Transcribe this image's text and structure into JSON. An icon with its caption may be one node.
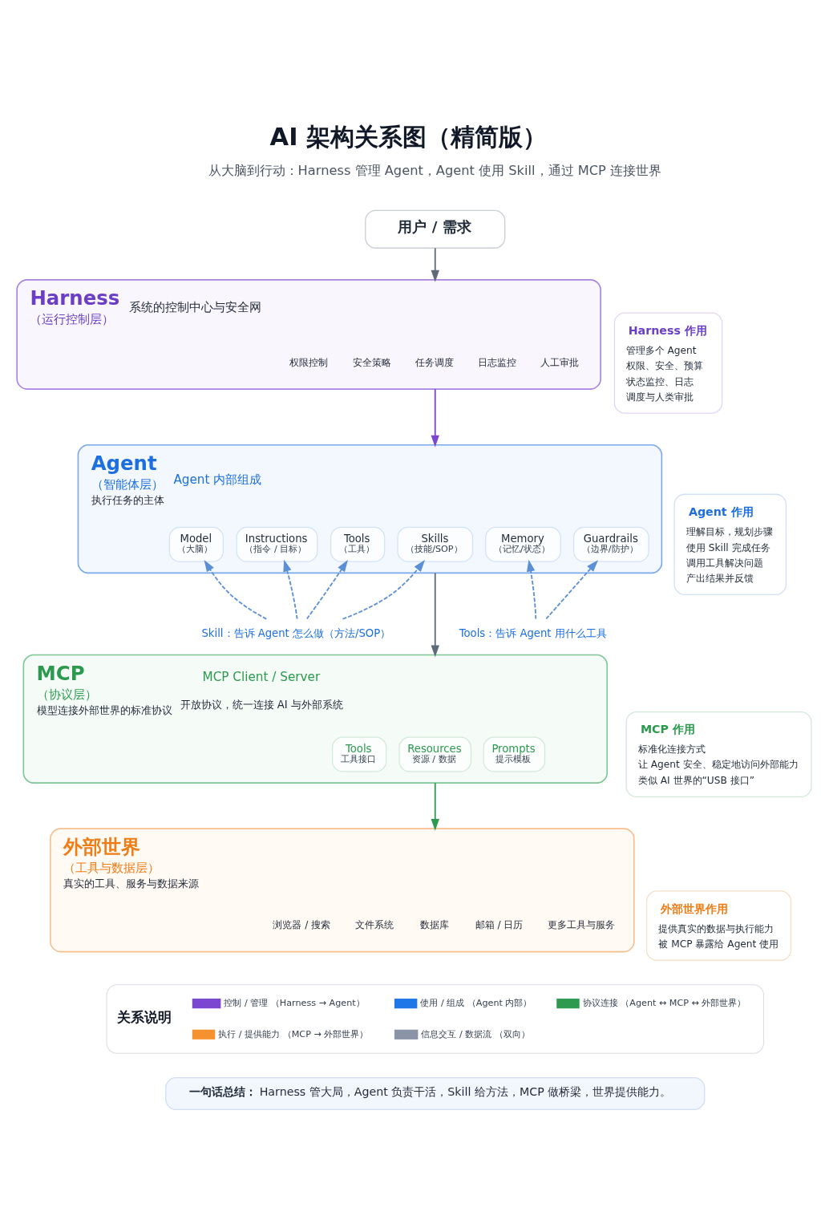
{
  "diagram": {
    "title": "AI 架构关系图（精简版）",
    "nodes": [
      {
        "text": [
          "用户 / 需求"
        ]
      },
      {
        "text": [
          "Harness",
          "（运行控制层）",
          "系统的控制中心与安全网"
        ]
      },
      {
        "text": [
          "权限控制"
        ],
        "in": 1
      },
      {
        "text": [
          "安全策略"
        ],
        "in": 1
      },
      {
        "text": [
          "任务调度"
        ],
        "in": 1
      },
      {
        "text": [
          "日志监控"
        ],
        "in": 1
      },
      {
        "text": [
          "人工审批"
        ],
        "in": 1
      },
      {
        "text": [
          "Harness 作用",
          "管理多个 Agent",
          "权限、安全、预算",
          "状态监控、日志",
          "调度与人类审批"
        ]
      },
      {
        "text": [
          "Agent",
          "（智能体层）",
          "执行任务的主体",
          "Agent 内部组成"
        ]
      },
      {
        "text": [
          "Model",
          "（大脑）"
        ],
        "in": 8
      },
      {
        "text": [
          "Instructions",
          "（指令 / 目标）"
        ],
        "in": 8
      },
      {
        "text": [
          "Tools",
          "（工具）"
        ],
        "in": 8
      },
      {
        "text": [
          "Skills",
          "（技能/SOP）"
        ],
        "in": 8
      },
      {
        "text": [
          "Memory",
          "（记忆/状态）"
        ],
        "in": 8
      },
      {
        "text": [
          "Guardrails",
          "（边界/防护）"
        ],
        "in": 8
      },
      {
        "text": [
          "Agent 作用",
          "理解目标，规划步骤",
          "使用 Skill 完成任务",
          "调用工具解决问题",
          "产出结果并反馈"
        ]
      },
      {
        "text": [
          "Skill：告诉 Agent 怎么做（方法/SOP）"
        ]
      },
      {
        "text": [
          "Tools：告诉 Agent 用什么工具"
        ]
      },
      {
        "text": [
          "MCP",
          "（协议层）",
          "模型连接外部世界的标准协议",
          "MCP Client / Server",
          "开放协议，统一连接 AI 与外部系统"
        ]
      },
      {
        "text": [
          "Tools",
          "工具接口"
        ],
        "in": 18
      },
      {
        "text": [
          "Resources",
          "资源 / 数据"
        ],
        "in": 18
      },
      {
        "text": [
          "Prompts",
          "提示模板"
        ],
        "in": 18
      },
      {
        "text": [
          "MCP 作用",
          "标准化连接方式",
          "让 Agent 安全、稳定地访问外部能力",
          "类似 AI 世界的“USB 接口”"
        ]
      },
      {
        "text": [
          "外部世界",
          "（工具与数据层）",
          "真实的工具、服务与数据来源"
        ]
      },
      {
        "text": [
          "浏览器 / 搜索"
        ],
        "in": 23
      },
      {
        "text": [
          "文件系统"
        ],
        "in": 23
      },
      {
        "text": [
          "数据库"
        ],
        "in": 23
      },
      {
        "text": [
          "邮箱 / 日历"
        ],
        "in": 23
      },
      {
        "text": [
          "更多工具与服务"
        ],
        "in": 23
      },
      {
        "text": [
          "外部世界作用",
          "提供真实的数据与执行能力",
          "被 MCP 暴露给 Agent 使用"
        ]
      },
      {
        "text": [
          "**一句话总结：**Harness 管大局，Agent 负责干活，Skill 给方法，MCP 做桥梁，世界提供能力。"
        ]
      }
    ],
    "edges": [
      {
        "from": 0,
        "to": 1,
        "arrow": "to",
        "color": "#5f6b7a"
      },
      {
        "from": 1,
        "to": 8,
        "arrow": "to",
        "color": "#7b46d0"
      },
      {
        "from": 16,
        "to": 9,
        "arrow": "to",
        "style": "dashed",
        "color": "#5b8fd6"
      },
      {
        "from": 16,
        "to": 10,
        "arrow": "to",
        "style": "dashed",
        "color": "#5b8fd6"
      },
      {
        "from": 16,
        "to": 11,
        "arrow": "to",
        "style": "dashed",
        "color": "#5b8fd6"
      },
      {
        "from": 16,
        "to": 12,
        "arrow": "to",
        "style": "dashed",
        "color": "#5b8fd6"
      },
      {
        "from": 17,
        "to": 13,
        "arrow": "to",
        "style": "dashed",
        "color": "#5b8fd6"
      },
      {
        "from": 17,
        "to": 14,
        "arrow": "to",
        "style": "dashed",
        "color": "#5b8fd6"
      },
      {
        "from": 8,
        "to": 18,
        "arrow": "to",
        "color": "#5f6b7a"
      },
      {
        "from": 18,
        "to": 23,
        "arrow": "to",
        "color": "#2e9a4f"
      }
    ],
    "labels": [
      "从大脑到行动：Harness 管理 Agent，Agent 使用 Skill，通过 MCP 连接世界",
      "关系说明"
    ],
    "legend": [
      {
        "text": "控制 / 管理 （Harness → Agent）",
        "color": "#7b46d0"
      },
      {
        "text": "使用 / 组成 （Agent 内部）",
        "color": "#1f77e8"
      },
      {
        "text": "协议连接 （Agent ↔ MCP ↔ 外部世界）",
        "color": "#2e9a4f"
      },
      {
        "text": "执行 / 提供能力 （MCP → 外部世界）",
        "color": "#f5922f"
      },
      {
        "text": "信息交互 / 数据流 （双向）",
        "color": "#8a94a6"
      }
    ]
  }
}
